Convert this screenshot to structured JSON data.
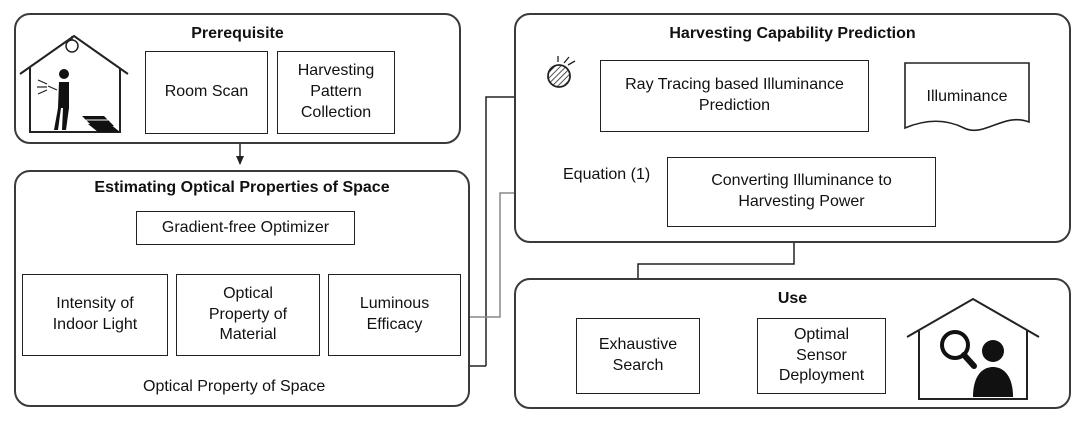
{
  "prerequisite": {
    "title": "Prerequisite",
    "room_scan": "Room Scan",
    "harvesting_pattern": "Harvesting\nPattern\nCollection"
  },
  "estimating": {
    "title": "Estimating Optical Properties of Space",
    "optimizer": "Gradient-free Optimizer",
    "intensity": "Intensity of\nIndoor Light",
    "optical_material": "Optical\nProperty of\nMaterial",
    "luminous": "Luminous\nEfficacy",
    "space_label": "Optical Property of Space"
  },
  "harvesting": {
    "title": "Harvesting Capability Prediction",
    "ray_tracing": "Ray Tracing based Illuminance\nPrediction",
    "illuminance": "Illuminance",
    "equation": "Equation (1)",
    "converting": "Converting Illuminance to\nHarvesting Power"
  },
  "use": {
    "title": "Use",
    "exhaustive": "Exhaustive\nSearch",
    "optimal": "Optimal\nSensor\nDeployment"
  },
  "icons": [
    "house-person-icon",
    "lightbulb-icon",
    "flashlight-icon",
    "solar-panel-icon",
    "sun-globe-icon",
    "house-search-icon"
  ]
}
